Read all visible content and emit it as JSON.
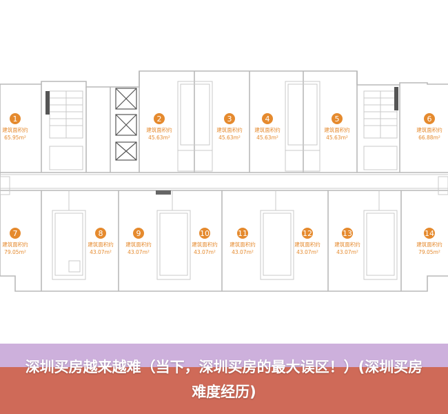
{
  "floor_plan": {
    "accent_color": "#e58a2e",
    "area_label": "建筑面积约",
    "units": [
      {
        "number": "1",
        "area": "65.95m²"
      },
      {
        "number": "2",
        "area": "45.63m²"
      },
      {
        "number": "3",
        "area": "45.63m²"
      },
      {
        "number": "4",
        "area": "45.63m²"
      },
      {
        "number": "5",
        "area": "45.63m²"
      },
      {
        "number": "6",
        "area": "66.88m²"
      },
      {
        "number": "7",
        "area": "79.05m²"
      },
      {
        "number": "8",
        "area": "43.07m²"
      },
      {
        "number": "9",
        "area": "43.07m²"
      },
      {
        "number": "10",
        "area": "43.07m²"
      },
      {
        "number": "11",
        "area": "43.07m²"
      },
      {
        "number": "12",
        "area": "43.07m²"
      },
      {
        "number": "13",
        "area": "43.07m²"
      },
      {
        "number": "14",
        "area": "79.05m²"
      }
    ]
  },
  "banner": {
    "title": "深圳买房越来越难（当下，深圳买房的最大误区！）(深圳买房难度经历)",
    "top_color": "#cdb0dc",
    "bottom_color": "#cf6a58"
  }
}
